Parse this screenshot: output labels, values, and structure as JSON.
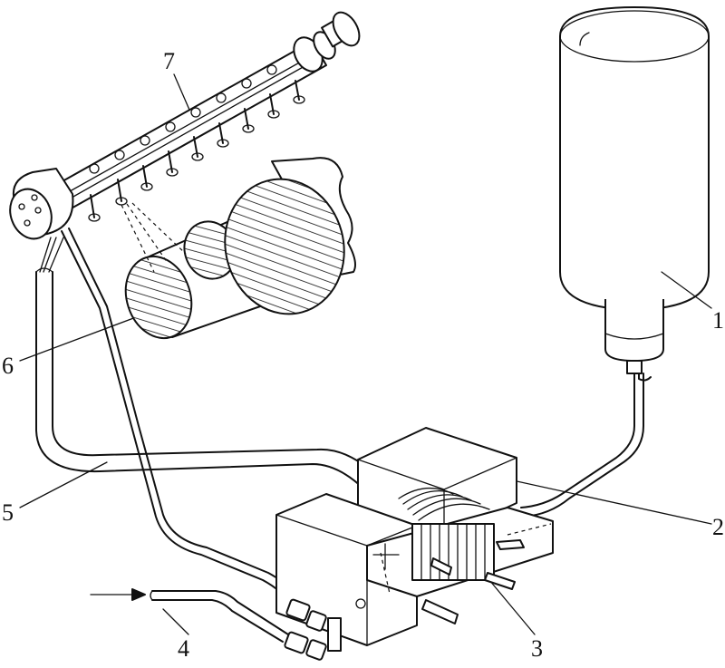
{
  "labels": {
    "1": "1",
    "2": "2",
    "3": "3",
    "4": "4",
    "5": "5",
    "6": "6",
    "7": "7"
  }
}
